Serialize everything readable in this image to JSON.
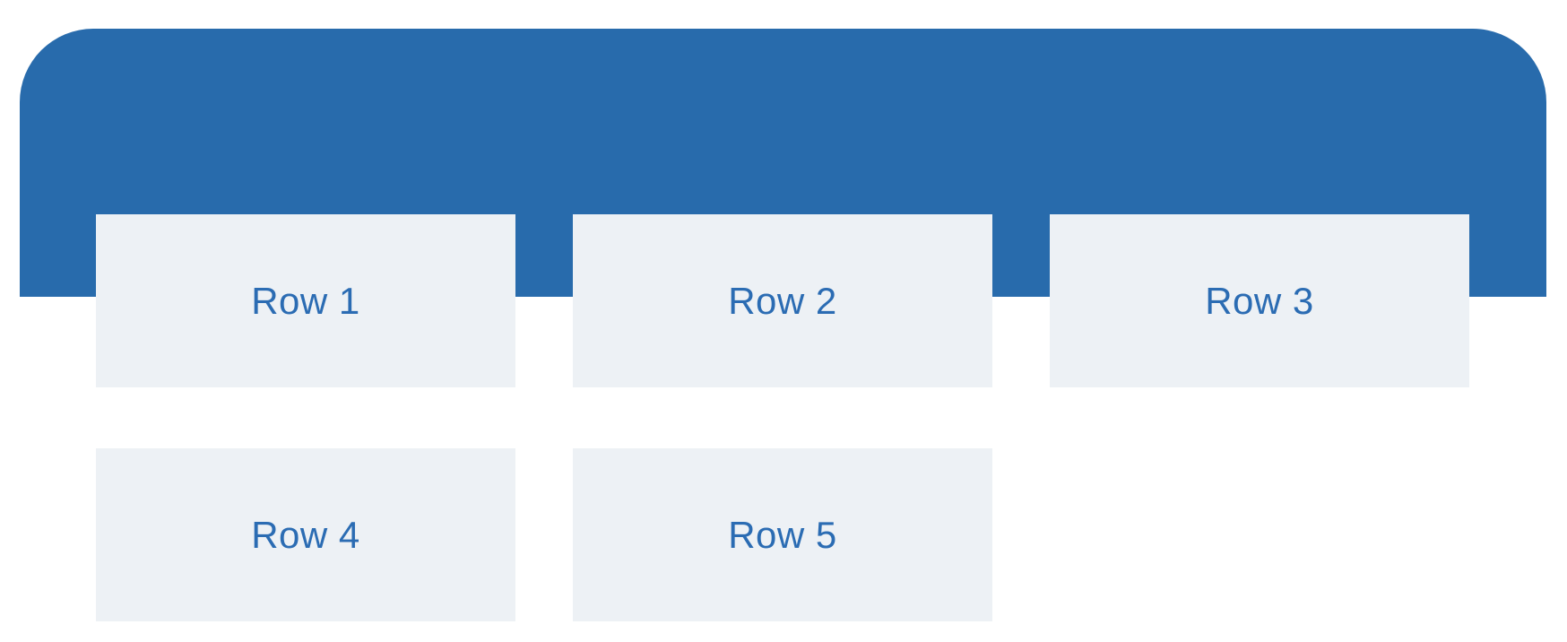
{
  "colors": {
    "page-bg": "#ffffff",
    "banner": "#286bac",
    "tile-bg": "#edf1f5",
    "label": "#2b6cb3"
  },
  "banner": {},
  "tiles": {
    "items": [
      {
        "label": "Row 1"
      },
      {
        "label": "Row 2"
      },
      {
        "label": "Row 3"
      },
      {
        "label": "Row 4"
      },
      {
        "label": "Row 5"
      }
    ]
  }
}
